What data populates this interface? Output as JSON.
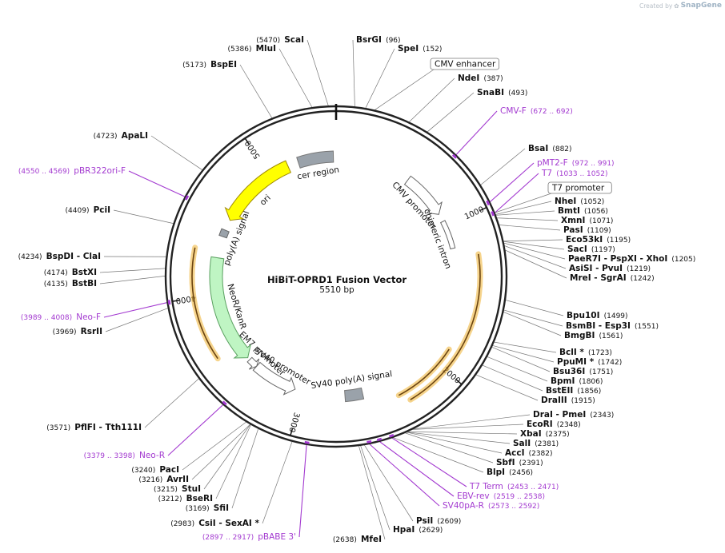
{
  "header": {
    "credit_prefix": "Created by",
    "credit_brand": "SnapGene"
  },
  "map": {
    "title": "HiBiT-OPRD1 Fusion Vector",
    "size_label": "5510 bp",
    "total_bp": 5510,
    "ticks": [
      {
        "label": "1000",
        "bp": 1000
      },
      {
        "label": "2000",
        "bp": 2000
      },
      {
        "label": "3000",
        "bp": 3000
      },
      {
        "label": "4000",
        "bp": 4000
      },
      {
        "label": "5000",
        "bp": 5000
      }
    ],
    "colors": {
      "backbone": "#222222",
      "primer": "#a33ad0",
      "ori": "#ffff00",
      "neo": "#bff5c3",
      "orf_outline": "#f0b840",
      "grey_feature": "#9aa2aa"
    }
  },
  "enzymes": [
    {
      "name": "ScaI",
      "pos": "(5470)",
      "bp": 5470
    },
    {
      "name": "BsrGI",
      "pos": "(96)",
      "bp": 96
    },
    {
      "name": "MluI",
      "pos": "(5386)",
      "bp": 5386
    },
    {
      "name": "SpeI",
      "pos": "(152)",
      "bp": 152
    },
    {
      "name": "BspEI",
      "pos": "(5173)",
      "bp": 5173
    },
    {
      "name": "NdeI",
      "pos": "(387)",
      "bp": 387
    },
    {
      "name": "SnaBI",
      "pos": "(493)",
      "bp": 493
    },
    {
      "name": "ApaLI",
      "pos": "(4723)",
      "bp": 4723
    },
    {
      "name": "BsaI",
      "pos": "(882)",
      "bp": 882
    },
    {
      "name": "PciI",
      "pos": "(4409)",
      "bp": 4409
    },
    {
      "name": "NheI",
      "pos": "(1052)",
      "bp": 1052
    },
    {
      "name": "BmtI",
      "pos": "(1056)",
      "bp": 1056
    },
    {
      "name": "XmnI",
      "pos": "(1071)",
      "bp": 1071
    },
    {
      "name": "PasI",
      "pos": "(1109)",
      "bp": 1109
    },
    {
      "name": "Eco53kI",
      "pos": "(1195)",
      "bp": 1195
    },
    {
      "name": "SacI",
      "pos": "(1197)",
      "bp": 1197
    },
    {
      "name": "PaeR7I - PspXI - XhoI",
      "pos": "(1205)",
      "bp": 1205
    },
    {
      "name": "AsiSI - PvuI",
      "pos": "(1219)",
      "bp": 1219
    },
    {
      "name": "MreI - SgrAI",
      "pos": "(1242)",
      "bp": 1242
    },
    {
      "name": "BspDI - ClaI",
      "pos": "(4234)",
      "bp": 4234
    },
    {
      "name": "BstXI",
      "pos": "(4174)",
      "bp": 4174
    },
    {
      "name": "BstBI",
      "pos": "(4135)",
      "bp": 4135
    },
    {
      "name": "Bpu10I",
      "pos": "(1499)",
      "bp": 1499
    },
    {
      "name": "BsmBI - Esp3I",
      "pos": "(1551)",
      "bp": 1551
    },
    {
      "name": "BmgBI",
      "pos": "(1561)",
      "bp": 1561
    },
    {
      "name": "RsrII",
      "pos": "(3969)",
      "bp": 3969
    },
    {
      "name": "BclI *",
      "pos": "(1723)",
      "bp": 1723
    },
    {
      "name": "PpuMI *",
      "pos": "(1742)",
      "bp": 1742
    },
    {
      "name": "Bsu36I",
      "pos": "(1751)",
      "bp": 1751
    },
    {
      "name": "BpmI",
      "pos": "(1806)",
      "bp": 1806
    },
    {
      "name": "BstEII",
      "pos": "(1856)",
      "bp": 1856
    },
    {
      "name": "DraIII",
      "pos": "(1915)",
      "bp": 1915
    },
    {
      "name": "PflFI - Tth111I",
      "pos": "(3571)",
      "bp": 3571
    },
    {
      "name": "DraI - PmeI",
      "pos": "(2343)",
      "bp": 2343
    },
    {
      "name": "EcoRI",
      "pos": "(2348)",
      "bp": 2348
    },
    {
      "name": "XbaI",
      "pos": "(2375)",
      "bp": 2375
    },
    {
      "name": "SalI",
      "pos": "(2381)",
      "bp": 2381
    },
    {
      "name": "AccI",
      "pos": "(2382)",
      "bp": 2382
    },
    {
      "name": "SbfI",
      "pos": "(2391)",
      "bp": 2391
    },
    {
      "name": "BlpI",
      "pos": "(2456)",
      "bp": 2456
    },
    {
      "name": "PacI",
      "pos": "(3240)",
      "bp": 3240
    },
    {
      "name": "AvrII",
      "pos": "(3216)",
      "bp": 3216
    },
    {
      "name": "StuI",
      "pos": "(3215)",
      "bp": 3215
    },
    {
      "name": "BseRI",
      "pos": "(3212)",
      "bp": 3212
    },
    {
      "name": "SfiI",
      "pos": "(3169)",
      "bp": 3169
    },
    {
      "name": "CsiI - SexAI *",
      "pos": "(2983)",
      "bp": 2983
    },
    {
      "name": "PsiI",
      "pos": "(2609)",
      "bp": 2609
    },
    {
      "name": "HpaI",
      "pos": "(2629)",
      "bp": 2629
    },
    {
      "name": "MfeI",
      "pos": "(2638)",
      "bp": 2638
    }
  ],
  "primers": [
    {
      "name": "CMV-F",
      "pos": "(672 .. 692)",
      "bp": 682
    },
    {
      "name": "pMT2-F",
      "pos": "(972 .. 991)",
      "bp": 981
    },
    {
      "name": "T7",
      "pos": "(1033 .. 1052)",
      "bp": 1042
    },
    {
      "name": "pBR322ori-F",
      "pos": "(4550 .. 4569)",
      "bp": 4559
    },
    {
      "name": "Neo-F",
      "pos": "(3989 .. 4008)",
      "bp": 3998
    },
    {
      "name": "Neo-R",
      "pos": "(3379 .. 3398)",
      "bp": 3388
    },
    {
      "name": "T7 Term",
      "pos": "(2453 .. 2471)",
      "bp": 2462
    },
    {
      "name": "EBV-rev",
      "pos": "(2519 .. 2538)",
      "bp": 2528
    },
    {
      "name": "SV40pA-R",
      "pos": "(2573 .. 2592)",
      "bp": 2582
    },
    {
      "name": "pBABE 3'",
      "pos": "(2897 .. 2917)",
      "bp": 2907
    }
  ],
  "boxed_features": [
    {
      "name": "CMV enhancer",
      "bp": 200
    },
    {
      "name": "T7 promoter",
      "bp": 1042
    }
  ],
  "features": [
    {
      "name": "CMV promoter",
      "start": 560,
      "end": 900
    },
    {
      "name": "chimeric intron",
      "start": 960,
      "end": 1170
    },
    {
      "name": "SV40 poly(A) signal",
      "start": 2560,
      "end": 2690
    },
    {
      "name": "SV40 promoter",
      "start": 3060,
      "end": 3390
    },
    {
      "name": "EM7 promoter",
      "start": 3390,
      "end": 3460
    },
    {
      "name": "NeoR/KanR",
      "start": 3480,
      "end": 4270
    },
    {
      "name": "poly(A) signal",
      "start": 4430,
      "end": 4480
    },
    {
      "name": "ori",
      "start": 4560,
      "end": 5150
    },
    {
      "name": "cer region",
      "start": 5230,
      "end": 5490
    }
  ]
}
